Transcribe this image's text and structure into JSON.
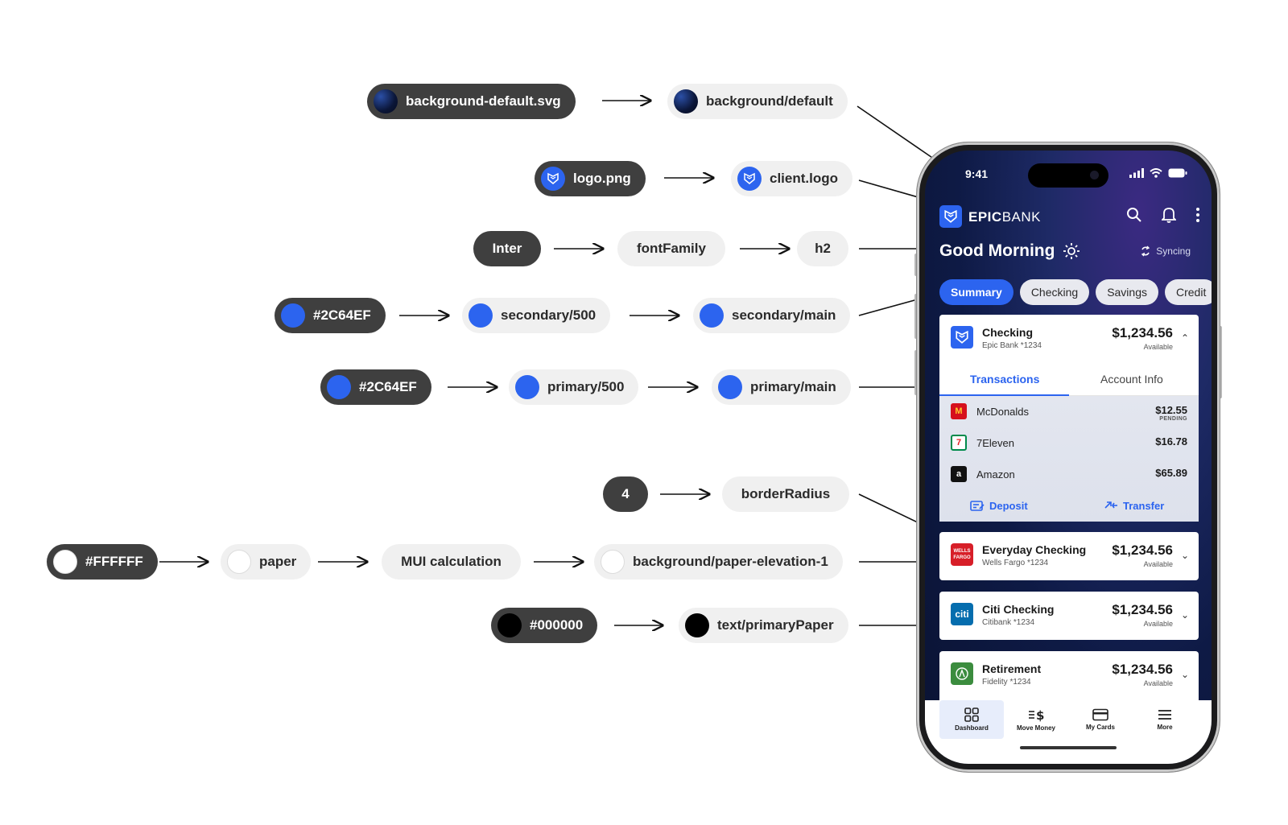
{
  "colors": {
    "accent": "#2C64EF",
    "dark_pill": "#3f3f3f",
    "light_pill": "#f0f0f0"
  },
  "diagram": {
    "rows": [
      {
        "nodes": [
          {
            "label": "background-default.svg",
            "style": "dark",
            "dot": "navy"
          },
          {
            "label": "background/default",
            "style": "light",
            "dot": "navy"
          }
        ]
      },
      {
        "nodes": [
          {
            "label": "logo.png",
            "style": "dark",
            "dot": "logo"
          },
          {
            "label": "client.logo",
            "style": "light",
            "dot": "logo"
          }
        ]
      },
      {
        "nodes": [
          {
            "label": "Inter",
            "style": "dark"
          },
          {
            "label": "fontFamily",
            "style": "light"
          },
          {
            "label": "h2",
            "style": "light"
          }
        ]
      },
      {
        "nodes": [
          {
            "label": "#2C64EF",
            "style": "dark",
            "dot": "blue"
          },
          {
            "label": "secondary/500",
            "style": "light",
            "dot": "blue"
          },
          {
            "label": "secondary/main",
            "style": "light",
            "dot": "blue"
          }
        ]
      },
      {
        "nodes": [
          {
            "label": "#2C64EF",
            "style": "dark",
            "dot": "blue"
          },
          {
            "label": "primary/500",
            "style": "light",
            "dot": "blue"
          },
          {
            "label": "primary/main",
            "style": "light",
            "dot": "blue"
          }
        ]
      },
      {
        "nodes": [
          {
            "label": "4",
            "style": "dark"
          },
          {
            "label": "borderRadius",
            "style": "light"
          }
        ]
      },
      {
        "nodes": [
          {
            "label": "#FFFFFF",
            "style": "dark",
            "dot": "white"
          },
          {
            "label": "paper",
            "style": "light",
            "dot": "white"
          },
          {
            "label": "MUI calculation",
            "style": "light"
          },
          {
            "label": "background/paper-elevation-1",
            "style": "light",
            "dot": "white"
          }
        ]
      },
      {
        "nodes": [
          {
            "label": "#000000",
            "style": "dark",
            "dot": "black"
          },
          {
            "label": "text/primaryPaper",
            "style": "light",
            "dot": "black"
          }
        ]
      }
    ]
  },
  "phone": {
    "status_time": "9:41",
    "brand_bold": "EPIC",
    "brand_rest": "BANK",
    "greeting": "Good Morning",
    "sync_label": "Syncing",
    "tabs": [
      {
        "label": "Summary",
        "active": true
      },
      {
        "label": "Checking"
      },
      {
        "label": "Savings"
      },
      {
        "label": "Credit"
      }
    ],
    "expanded_account": {
      "name": "Checking",
      "sub": "Epic Bank *1234",
      "balance": "$1,234.56",
      "available": "Available",
      "subtabs": [
        "Transactions",
        "Account Info"
      ],
      "transactions": [
        {
          "merchant": "McDonalds",
          "amount": "$12.55",
          "status": "PENDING",
          "logo_text": "M",
          "logo_bg": "#d6101d",
          "logo_fg": "#ffc72c"
        },
        {
          "merchant": "7Eleven",
          "amount": "$16.78",
          "logo_text": "7",
          "logo_bg": "#008a4b",
          "logo_fg": "#e61e25"
        },
        {
          "merchant": "Amazon",
          "amount": "$65.89",
          "logo_text": "a",
          "logo_bg": "#111111",
          "logo_fg": "#ffffff"
        }
      ],
      "actions": {
        "deposit": "Deposit",
        "transfer": "Transfer"
      }
    },
    "accounts": [
      {
        "name": "Everyday Checking",
        "sub": "Wells Fargo *1234",
        "balance": "$1,234.56",
        "available": "Available",
        "logo_text": "WELLS FARGO",
        "logo_bg": "#d71e28"
      },
      {
        "name": "Citi Checking",
        "sub": "Citibank *1234",
        "balance": "$1,234.56",
        "available": "Available",
        "logo_text": "citi",
        "logo_bg": "#056dae"
      },
      {
        "name": "Retirement",
        "sub": "Fidelity *1234",
        "balance": "$1,234.56",
        "available": "Available",
        "logo_text": "",
        "logo_bg": "#3b8c3e"
      }
    ],
    "nav": [
      {
        "label": "Dashboard",
        "icon": "dashboard-icon",
        "active": true
      },
      {
        "label": "Move Money",
        "icon": "move-money-icon"
      },
      {
        "label": "My Cards",
        "icon": "card-icon"
      },
      {
        "label": "More",
        "icon": "menu-icon"
      }
    ]
  }
}
